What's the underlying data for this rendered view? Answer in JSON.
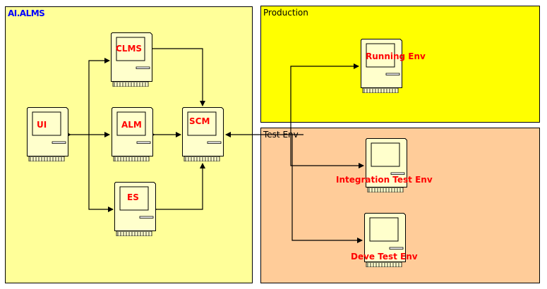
{
  "zones": {
    "alms": {
      "title": "AI.ALMS",
      "color": "#ffff99",
      "title_color": "#0000ff"
    },
    "production": {
      "title": "Production",
      "color": "#ffff00"
    },
    "test": {
      "title": "Test Env",
      "color": "#ffcc99"
    }
  },
  "nodes": {
    "clms": {
      "label": "CLMS"
    },
    "ui": {
      "label": "UI"
    },
    "alm": {
      "label": "ALM"
    },
    "scm": {
      "label": "SCM"
    },
    "es": {
      "label": "ES"
    },
    "running": {
      "label": "Running Env"
    },
    "integration": {
      "label": "Integration Test Env"
    },
    "deve": {
      "label": "Deve Test Env"
    }
  },
  "connections": [
    {
      "from": "UI",
      "to": "ALM",
      "type": "bidirectional"
    },
    {
      "from": "UI",
      "to": "CLMS",
      "type": "directed"
    },
    {
      "from": "UI",
      "to": "ES",
      "type": "directed"
    },
    {
      "from": "ALM",
      "to": "SCM",
      "type": "bidirectional"
    },
    {
      "from": "CLMS",
      "to": "SCM",
      "type": "bidirectional"
    },
    {
      "from": "ES",
      "to": "SCM",
      "type": "bidirectional"
    },
    {
      "from": "Running Env",
      "to": "SCM",
      "type": "directed"
    },
    {
      "from": "SCM",
      "to": "Running Env",
      "type": "directed"
    },
    {
      "from": "SCM",
      "to": "Integration Test Env",
      "type": "directed"
    },
    {
      "from": "SCM",
      "to": "Deve Test Env",
      "type": "directed"
    }
  ],
  "colors": {
    "node_label": "#ff0000",
    "computer_body": "#ffffcc"
  }
}
